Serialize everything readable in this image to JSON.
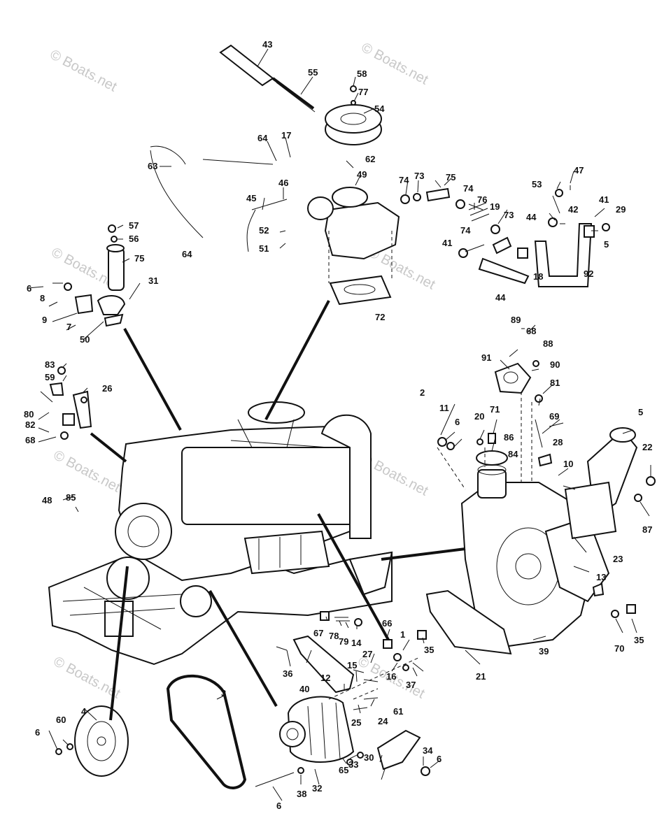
{
  "watermark": "© Boats.net",
  "callouts": [
    "43",
    "55",
    "58",
    "77",
    "54",
    "17",
    "64",
    "62",
    "49",
    "63",
    "74",
    "73",
    "75",
    "53",
    "47",
    "46",
    "45",
    "76",
    "41",
    "52",
    "51",
    "64",
    "74",
    "19",
    "42",
    "29",
    "57",
    "56",
    "75",
    "73",
    "74",
    "41",
    "44",
    "5",
    "6",
    "8",
    "31",
    "9",
    "7",
    "50",
    "72",
    "44",
    "18",
    "92",
    "89",
    "68",
    "88",
    "91",
    "90",
    "81",
    "83",
    "59",
    "26",
    "2",
    "11",
    "6",
    "20",
    "71",
    "86",
    "5",
    "80",
    "82",
    "68",
    "69",
    "28",
    "84",
    "22",
    "10",
    "48",
    "85",
    "87",
    "23",
    "13",
    "66",
    "67",
    "78",
    "79",
    "14",
    "1",
    "35",
    "27",
    "70",
    "35",
    "36",
    "15",
    "16",
    "37",
    "40",
    "12",
    "21",
    "39",
    "3",
    "4",
    "25",
    "24",
    "61",
    "60",
    "6",
    "65",
    "33",
    "30",
    "6",
    "34",
    "6",
    "38",
    "32"
  ]
}
